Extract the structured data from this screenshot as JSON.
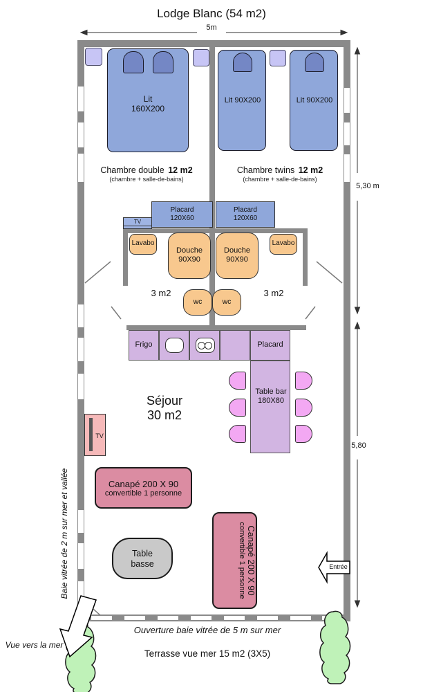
{
  "title": "Lodge Blanc (54 m2)",
  "dimensions": {
    "top": "5m",
    "right_upper": "5,30 m",
    "right_lower": "5,80"
  },
  "chambre_double": {
    "bed_line1": "Lit",
    "bed_line2": "160X200",
    "name": "Chambre double",
    "area": "12 m2",
    "subtitle": "(chambre + salle-de-bains)"
  },
  "chambre_twins": {
    "bed1": "Lit  90X200",
    "bed2": "Lit  90X200",
    "name": "Chambre twins",
    "area": "12 m2",
    "subtitle": "(chambre + salle-de-bains)"
  },
  "sdb_left": {
    "tv": "TV",
    "placard_line1": "Placard",
    "placard_line2": "120X60",
    "lavabo": "Lavabo",
    "douche_line1": "Douche",
    "douche_line2": "90X90",
    "area": "3 m2",
    "wc": "wc"
  },
  "sdb_right": {
    "placard_line1": "Placard",
    "placard_line2": "120X60",
    "lavabo": "Lavabo",
    "douche_line1": "Douche",
    "douche_line2": "90X90",
    "area": "3 m2",
    "wc": "wc"
  },
  "cuisine": {
    "frigo": "Frigo",
    "placard": "Placard"
  },
  "sejour": {
    "name": "Séjour",
    "area": "30 m2",
    "table_bar_line1": "Table bar",
    "table_bar_line2": "180X80",
    "tv": "TV",
    "canape_haut_line1": "Canapé 200 X 90",
    "canape_haut_line2": "convertible 1 personne",
    "table_basse_line1": "Table",
    "table_basse_line2": "basse",
    "canape_vertical_line1": "Canapé 200 X 90",
    "canape_vertical_line2": "convertible 1 personne"
  },
  "entree": "Entrée",
  "exterieur": {
    "baie_gauche": "Baie vitrée de 2 m sur mer et vallée",
    "vue_mer": "Vue vers la mer",
    "ouverture": "Ouverture baie vitrée de 5 m sur mer",
    "terrasse": "Terrasse vue mer 15 m2 (3X5)"
  },
  "colors": {
    "wall": "#8a8a8a",
    "bed": "#8fa7da",
    "pillow": "#7487c5",
    "nightstand": "#c7c5f5",
    "placard": "#8fa7da",
    "sanitaire": "#f8c88e",
    "cuisine": "#d2b5e2",
    "chaise": "#f3a8f3",
    "canape": "#db8ca2",
    "meuble_tv": "#f6b9b9",
    "table_basse": "#c9c9c9",
    "arbre": "#bff2b8"
  }
}
